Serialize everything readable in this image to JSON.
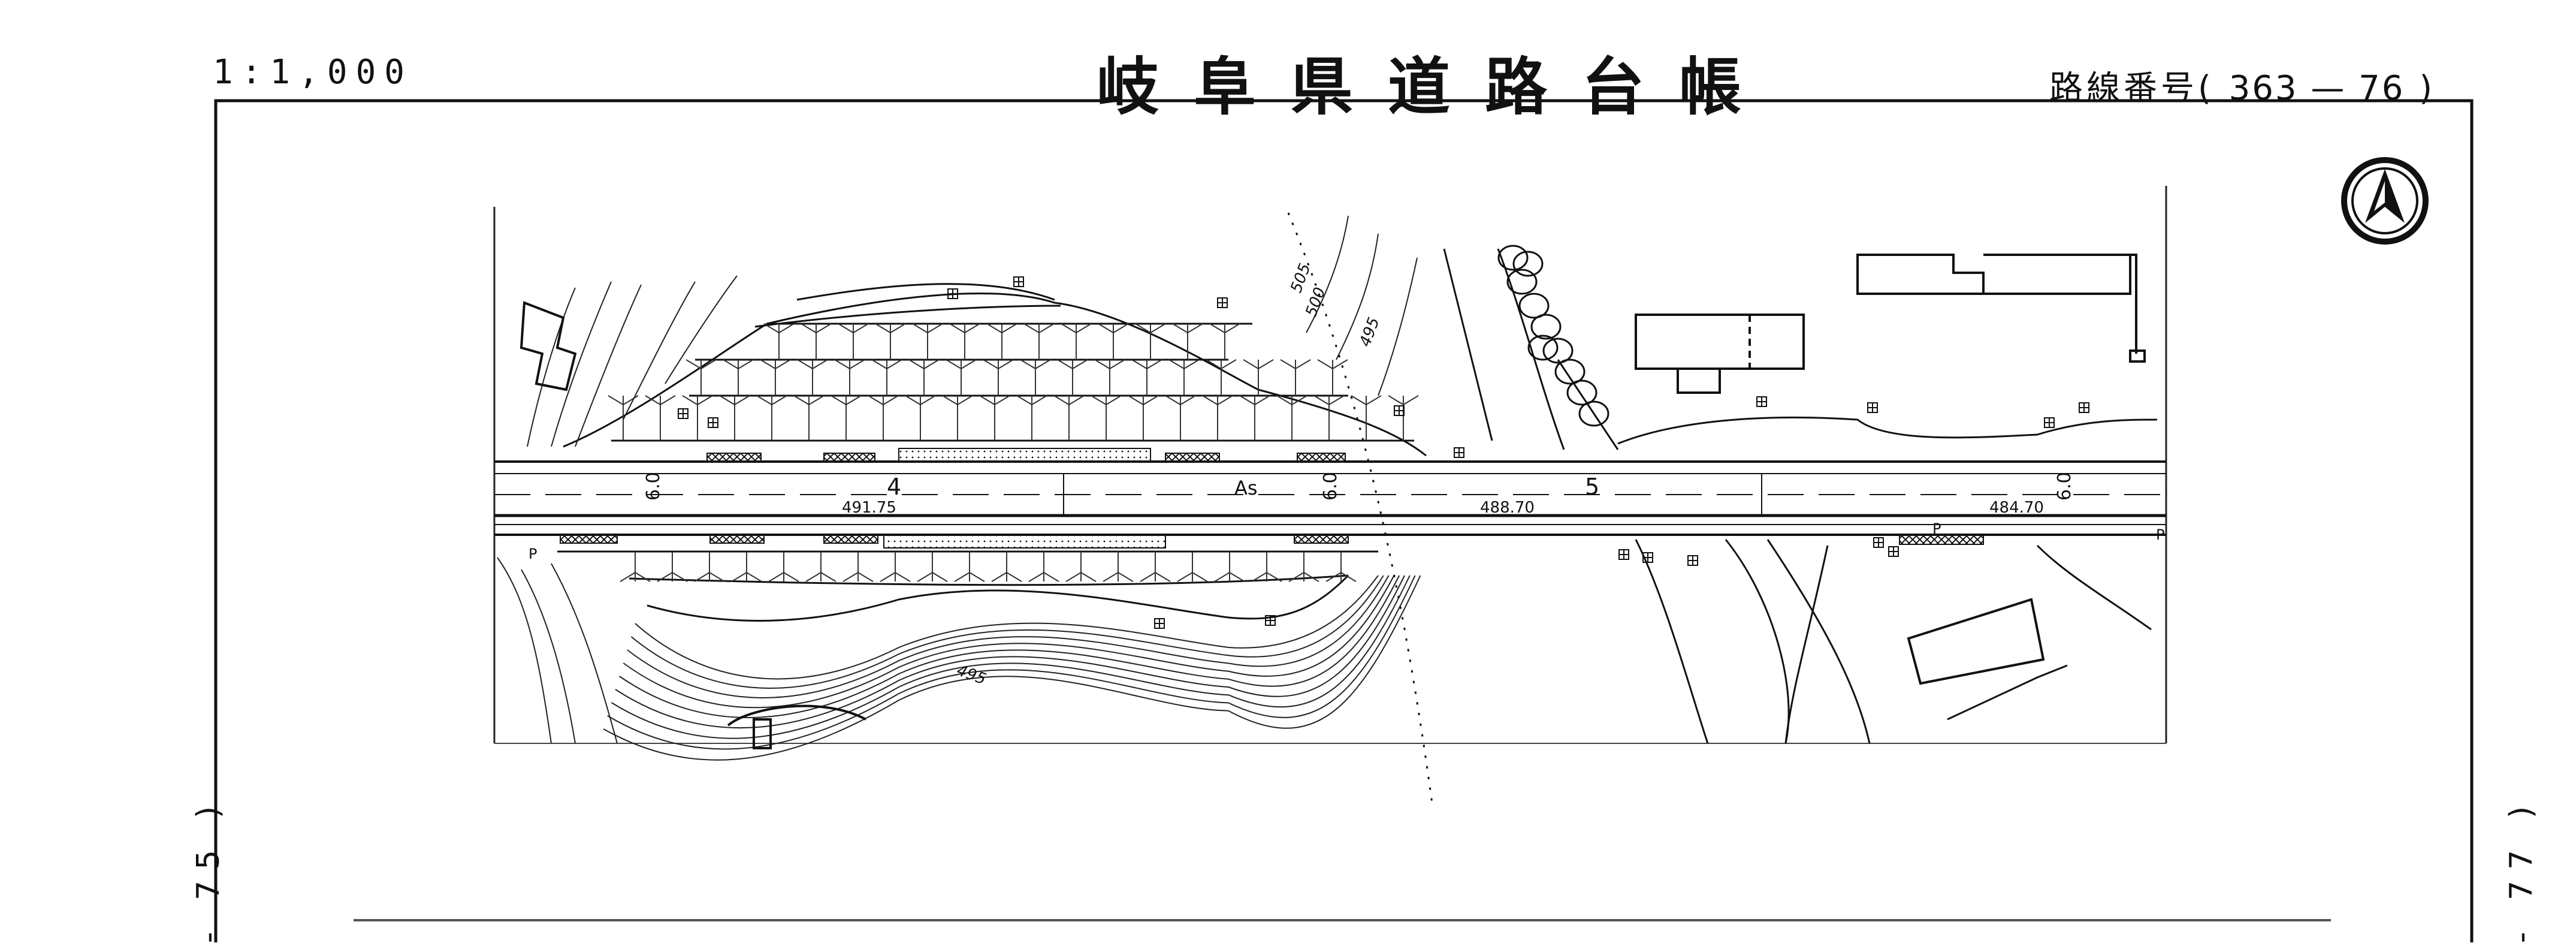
{
  "header": {
    "scale": "1:1,000",
    "title": "岐阜県道路台帳",
    "route_label": "路線番号",
    "route_number": "363 — 76"
  },
  "side_labels": {
    "left": "- 75 )",
    "right": "- 77 )"
  },
  "map": {
    "road_labels": [
      {
        "text": "6.0"
      },
      {
        "text": "4"
      },
      {
        "text": "491.75"
      },
      {
        "text": "As"
      },
      {
        "text": "6.0"
      },
      {
        "text": "488.70"
      },
      {
        "text": "5"
      },
      {
        "text": "484.70"
      },
      {
        "text": "6.0"
      }
    ],
    "contour_labels": [
      "505",
      "500",
      "495",
      "495"
    ],
    "parking_labels": [
      "P",
      "P",
      "P"
    ],
    "north_arrow": "north-arrow-icon"
  }
}
